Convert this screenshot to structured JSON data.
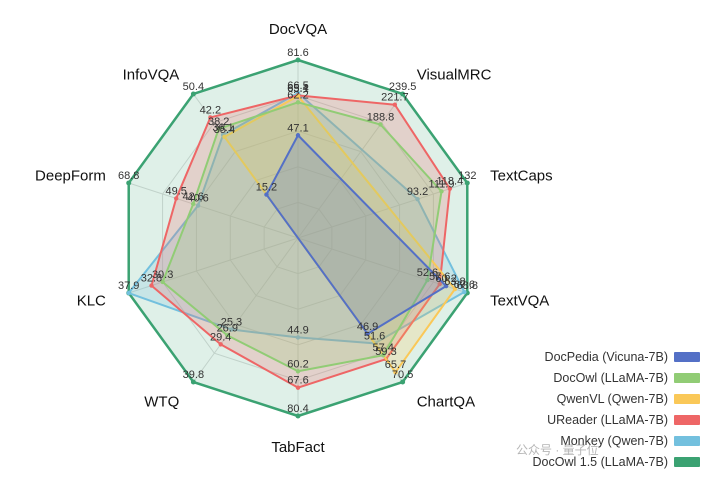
{
  "chart_data": {
    "type": "radar",
    "title": "",
    "axes": [
      "DocVQA",
      "VisualMRC",
      "TextCaps",
      "TextVQA",
      "ChartQA",
      "TabFact",
      "WTQ",
      "KLC",
      "DeepForm",
      "InfoVQA"
    ],
    "axis_max": [
      81.6,
      239.5,
      132,
      68.8,
      70.5,
      80.4,
      39.8,
      37.9,
      68.8,
      50.4
    ],
    "grid_levels": 5,
    "grid": true,
    "legend_position": "bottom-right",
    "series": [
      {
        "name": "DocPedia (Vicuna-7B)",
        "color": "#5470c6",
        "values": [
          47.1,
          null,
          null,
          60.2,
          46.9,
          null,
          null,
          null,
          null,
          15.2
        ]
      },
      {
        "name": "DocOwl (LLaMA-7B)",
        "color": "#91cc75",
        "values": [
          62.2,
          188.8,
          111.9,
          52.6,
          57.4,
          60.2,
          26.9,
          30.3,
          42.6,
          38.2
        ]
      },
      {
        "name": "QwenVL (Qwen-7B)",
        "color": "#fac858",
        "values": [
          65.1,
          null,
          null,
          63.8,
          65.7,
          null,
          null,
          null,
          null,
          35.4
        ]
      },
      {
        "name": "UReader (LLaMA-7B)",
        "color": "#ee6666",
        "values": [
          65.4,
          221.7,
          118.4,
          57.6,
          59.3,
          67.6,
          29.4,
          32.8,
          49.5,
          42.2
        ]
      },
      {
        "name": "Monkey (Qwen-7B)",
        "color": "#73c0de",
        "values": [
          66.5,
          null,
          93.2,
          67.6,
          51.6,
          44.9,
          25.3,
          37.9,
          40.6,
          36.1
        ]
      },
      {
        "name": "DocOwl 1.5 (LLaMA-7B)",
        "color": "#3ba272",
        "values": [
          81.6,
          239.5,
          132,
          68.8,
          70.5,
          80.4,
          39.8,
          37.9,
          68.8,
          50.4
        ]
      }
    ],
    "tick_labels": [
      {
        "axis": 0,
        "text": "81.6",
        "value": 81.6
      },
      {
        "axis": 0,
        "text": "66.5",
        "value": 66.5
      },
      {
        "axis": 0,
        "text": "65.4",
        "value": 65.4
      },
      {
        "axis": 0,
        "text": "65.1",
        "value": 65.1
      },
      {
        "axis": 0,
        "text": "62.2",
        "value": 62.2
      },
      {
        "axis": 0,
        "text": "47.1",
        "value": 47.1
      },
      {
        "axis": 1,
        "text": "239.5",
        "value": 239.5
      },
      {
        "axis": 1,
        "text": "221.7",
        "value": 221.7
      },
      {
        "axis": 1,
        "text": "188.8",
        "value": 188.8
      },
      {
        "axis": 2,
        "text": "132",
        "value": 132
      },
      {
        "axis": 2,
        "text": "118.4",
        "value": 118.4
      },
      {
        "axis": 2,
        "text": "111.9",
        "value": 111.9
      },
      {
        "axis": 2,
        "text": "93.2",
        "value": 93.2
      },
      {
        "axis": 3,
        "text": "68.8",
        "value": 68.8
      },
      {
        "axis": 3,
        "text": "67.6",
        "value": 67.6
      },
      {
        "axis": 3,
        "text": "63.8",
        "value": 63.8
      },
      {
        "axis": 3,
        "text": "60.2",
        "value": 60.2
      },
      {
        "axis": 3,
        "text": "57.6",
        "value": 57.6
      },
      {
        "axis": 3,
        "text": "52.6",
        "value": 52.6
      },
      {
        "axis": 4,
        "text": "70.5",
        "value": 70.5
      },
      {
        "axis": 4,
        "text": "65.7",
        "value": 65.7
      },
      {
        "axis": 4,
        "text": "59.3",
        "value": 59.3
      },
      {
        "axis": 4,
        "text": "57.4",
        "value": 57.4
      },
      {
        "axis": 4,
        "text": "51.6",
        "value": 51.6
      },
      {
        "axis": 4,
        "text": "46.9",
        "value": 46.9
      },
      {
        "axis": 5,
        "text": "80.4",
        "value": 80.4
      },
      {
        "axis": 5,
        "text": "67.6",
        "value": 67.6
      },
      {
        "axis": 5,
        "text": "60.2",
        "value": 60.2
      },
      {
        "axis": 5,
        "text": "44.9",
        "value": 44.9
      },
      {
        "axis": 6,
        "text": "39.8",
        "value": 39.8
      },
      {
        "axis": 6,
        "text": "29.4",
        "value": 29.4
      },
      {
        "axis": 6,
        "text": "26.9",
        "value": 26.9
      },
      {
        "axis": 6,
        "text": "25.3",
        "value": 25.3
      },
      {
        "axis": 7,
        "text": "37.9",
        "value": 37.9
      },
      {
        "axis": 7,
        "text": "32.8",
        "value": 32.8
      },
      {
        "axis": 7,
        "text": "30.3",
        "value": 30.3
      },
      {
        "axis": 8,
        "text": "68.8",
        "value": 68.8
      },
      {
        "axis": 8,
        "text": "49.5",
        "value": 49.5
      },
      {
        "axis": 8,
        "text": "42.6",
        "value": 42.6
      },
      {
        "axis": 8,
        "text": "40.6",
        "value": 40.6
      },
      {
        "axis": 9,
        "text": "50.4",
        "value": 50.4
      },
      {
        "axis": 9,
        "text": "42.2",
        "value": 42.2
      },
      {
        "axis": 9,
        "text": "38.2",
        "value": 38.2
      },
      {
        "axis": 9,
        "text": "36.1",
        "value": 36.1
      },
      {
        "axis": 9,
        "text": "35.4",
        "value": 35.4
      },
      {
        "axis": 9,
        "text": "15.2",
        "value": 15.2
      }
    ]
  },
  "watermark": "公众号 · 量子位"
}
